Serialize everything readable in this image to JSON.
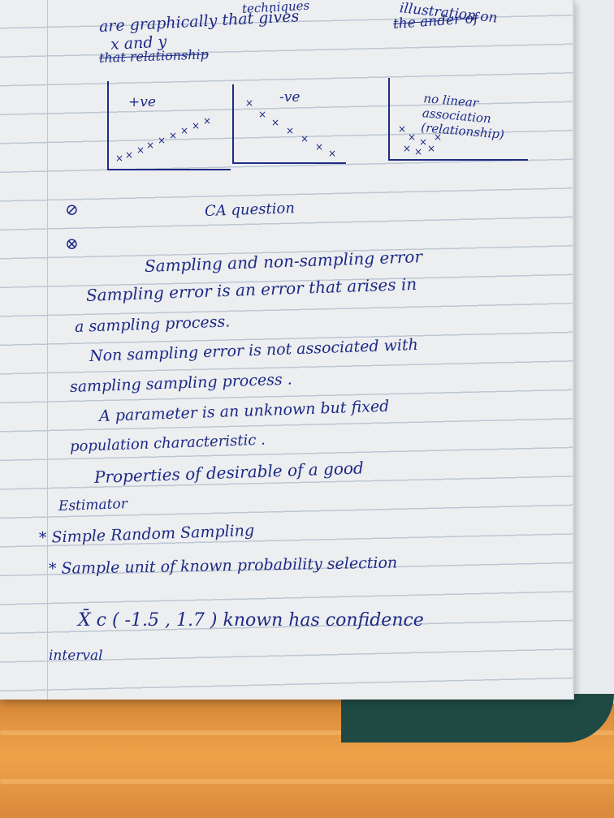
{
  "notebook": {
    "top": {
      "techniques": "techniques",
      "illustration_on": "illustration on",
      "line1": "are graphically that gives",
      "struck1": "the ander of",
      "line2": "x and y",
      "struck2": "that relationship"
    },
    "graphs": [
      {
        "label": "+ve"
      },
      {
        "label": "-ve"
      },
      {
        "label": "no linear association (relationship)"
      }
    ],
    "ca_question": "CA question",
    "body_lines": [
      "Sampling and non-sampling error",
      "Sampling error is an error that arises in",
      "a sampling process.",
      "Non sampling error is not associated with",
      "sampling sampling process .",
      "A parameter is an unknown but fixed",
      "population characteristic .",
      "Properties of desirable of a good",
      "Estimator",
      "* Simple Random Sampling",
      "* Sample unit of known probability selection",
      "X̄ c ( -1.5 , 1.7 ) known has confidence",
      "interval"
    ]
  }
}
